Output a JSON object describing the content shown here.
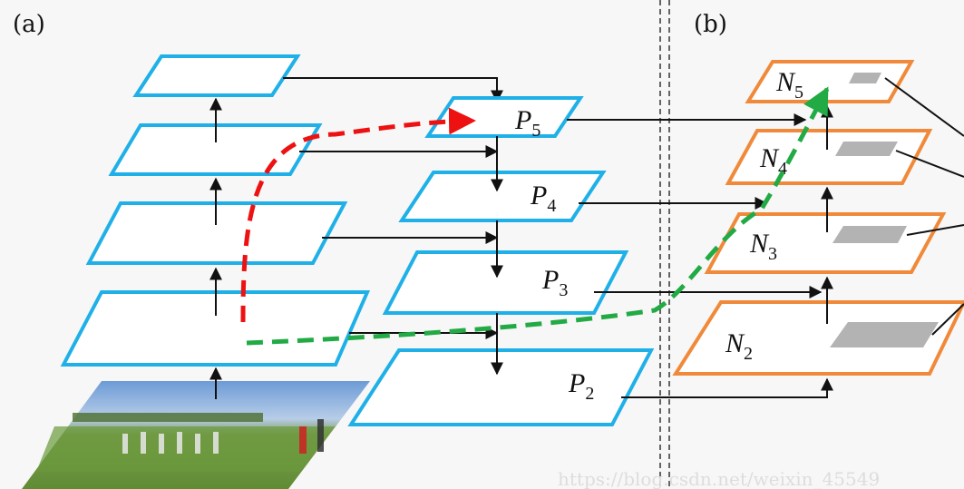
{
  "panels": {
    "a_label": "(a)",
    "b_label": "(b)"
  },
  "fpn_levels": [
    {
      "name": "P",
      "sub": "5"
    },
    {
      "name": "P",
      "sub": "4"
    },
    {
      "name": "P",
      "sub": "3"
    },
    {
      "name": "P",
      "sub": "2"
    }
  ],
  "pan_levels": [
    {
      "name": "N",
      "sub": "5"
    },
    {
      "name": "N",
      "sub": "4"
    },
    {
      "name": "N",
      "sub": "3"
    },
    {
      "name": "N",
      "sub": "2"
    }
  ],
  "watermark": "https://blog.csdn.net/weixin_45549",
  "colors": {
    "backbone_edge": "#1fb0e8",
    "fpn_edge": "#1fb0e8",
    "pan_edge": "#f08a3a",
    "red_path": "#ee1111",
    "green_path": "#22aa44",
    "roi": "#b3b3b3"
  }
}
